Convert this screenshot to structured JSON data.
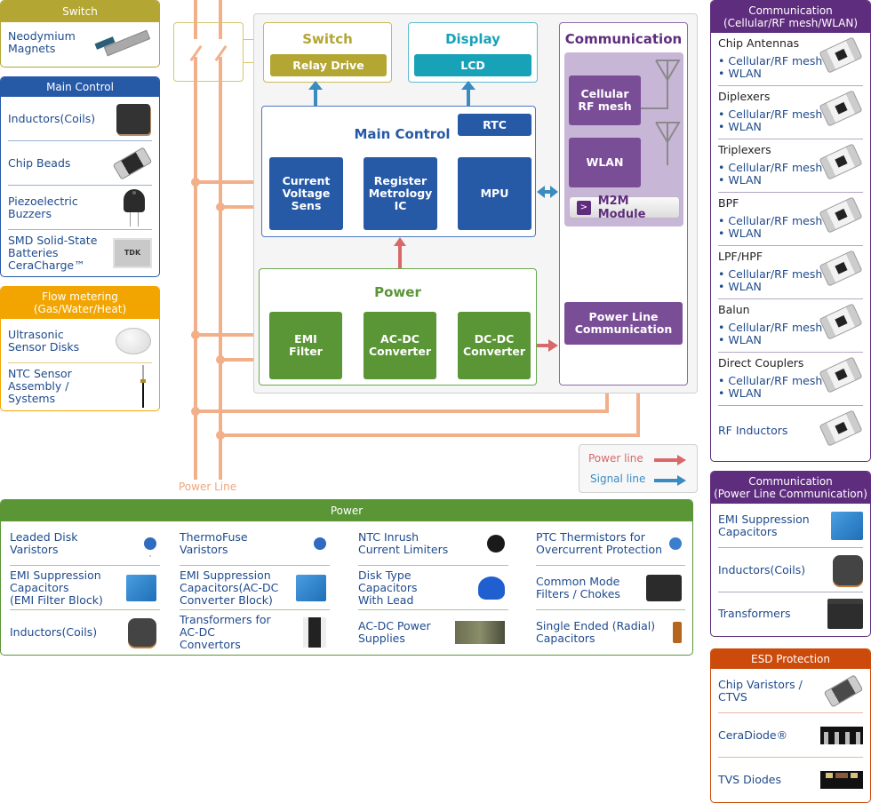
{
  "left_panels": {
    "switch": {
      "title": "Switch",
      "items": [
        {
          "label": "Neodymium\nMagnets",
          "icon": "magnet-icon"
        }
      ]
    },
    "main_control": {
      "title": "Main Control",
      "items": [
        {
          "label": "Inductors(Coils)",
          "icon": "inductor-icon"
        },
        {
          "label": "Chip Beads",
          "icon": "chip-bead-icon"
        },
        {
          "label": "Piezoelectric\nBuzzers",
          "icon": "buzzer-icon"
        },
        {
          "label": "SMD Solid-State\nBatteries\nCeraCharge™",
          "icon": "battery-icon",
          "icon_text": "TDK"
        }
      ]
    },
    "flow_metering": {
      "title": "Flow metering\n(Gas/Water/Heat)",
      "items": [
        {
          "label": "Ultrasonic\nSensor Disks",
          "icon": "sensor-disk-icon"
        },
        {
          "label": "NTC Sensor\nAssembly /\nSystems",
          "icon": "ntc-probe-icon"
        }
      ]
    }
  },
  "diagram": {
    "switch_box": {
      "title": "Switch",
      "block": "Relay Drive"
    },
    "display_box": {
      "title": "Display",
      "block": "LCD"
    },
    "main_control_box": {
      "title": "Main Control",
      "blocks": {
        "rtc": "RTC",
        "sens": "Current\nVoltage\nSens",
        "metrology": "Register\nMetrology\nIC",
        "mpu": "MPU"
      }
    },
    "power_box": {
      "title": "Power",
      "blocks": {
        "emi": "EMI\nFilter",
        "acdc": "AC-DC\nConverter",
        "dcdc": "DC-DC\nConverter"
      }
    },
    "communication_box": {
      "title": "Communication",
      "blocks": {
        "cellular": "Cellular\nRF mesh",
        "wlan": "WLAN",
        "m2m": "M2M Module",
        "plc": "Power Line\nCommunication"
      },
      "m2m_chevron": ">"
    },
    "power_line_label": "Power Line",
    "legend": [
      {
        "label": "Power line",
        "color": "#d9686a"
      },
      {
        "label": "Signal line",
        "color": "#3a8bbf"
      }
    ]
  },
  "power_panel": {
    "title": "Power",
    "items": [
      {
        "label": "Leaded Disk\nVaristors",
        "icon": "disk-varistor-icon"
      },
      {
        "label": "ThermoFuse\nVaristors",
        "icon": "thermofuse-varistor-icon"
      },
      {
        "label": "NTC Inrush\nCurrent Limiters",
        "icon": "ntc-limiter-icon"
      },
      {
        "label": "PTC Thermistors for\nOvercurrent Protection",
        "icon": "ptc-thermistor-icon"
      },
      {
        "label": "EMI Suppression\nCapacitors\n(EMI Filter Block)",
        "icon": "emi-capacitor-icon"
      },
      {
        "label": "EMI Suppression\nCapacitors(AC-DC\nConverter Block)",
        "icon": "emi-capacitor-icon"
      },
      {
        "label": "Disk Type\nCapacitors\nWith Lead",
        "icon": "disk-capacitor-icon"
      },
      {
        "label": "Common Mode\nFilters / Chokes",
        "icon": "common-mode-choke-icon"
      },
      {
        "label": "Inductors(Coils)",
        "icon": "power-inductor-icon"
      },
      {
        "label": "Transformers for\nAC-DC\nConvertors",
        "icon": "transformer-icon"
      },
      {
        "label": "AC-DC Power\nSupplies",
        "icon": "power-supply-board-icon"
      },
      {
        "label": "Single Ended (Radial)\nCapacitors",
        "icon": "radial-capacitor-icon"
      }
    ]
  },
  "right_panels": {
    "comm_rf": {
      "title": "Communication\n(Cellular/RF mesh/WLAN)",
      "items": [
        {
          "label": "Chip Antennas",
          "subs": [
            "Cellular/RF mesh",
            "WLAN"
          ]
        },
        {
          "label": "Diplexers",
          "subs": [
            "Cellular/RF mesh",
            "WLAN"
          ]
        },
        {
          "label": "Triplexers",
          "subs": [
            "Cellular/RF mesh",
            "WLAN"
          ]
        },
        {
          "label": "BPF",
          "subs": [
            "Cellular/RF mesh",
            "WLAN"
          ]
        },
        {
          "label": "LPF/HPF",
          "subs": [
            "Cellular/RF mesh",
            "WLAN"
          ]
        },
        {
          "label": "Balun",
          "subs": [
            "Cellular/RF mesh",
            "WLAN"
          ]
        },
        {
          "label": "Direct Couplers",
          "subs": [
            "Cellular/RF mesh",
            "WLAN"
          ]
        },
        {
          "label": "RF Inductors",
          "subs": []
        }
      ]
    },
    "comm_plc": {
      "title": "Communication\n(Power Line Communication)",
      "items": [
        {
          "label": "EMI Suppression\nCapacitors",
          "icon": "emi-capacitor-icon"
        },
        {
          "label": "Inductors(Coils)",
          "icon": "power-inductor-icon"
        },
        {
          "label": "Transformers",
          "icon": "smd-transformer-icon"
        }
      ]
    },
    "esd": {
      "title": "ESD Protection",
      "items": [
        {
          "label": "Chip Varistors /\nCTVS",
          "icon": "chip-varistor-icon"
        },
        {
          "label": "CeraDiode®",
          "icon": "ceradiode-icon"
        },
        {
          "label": "TVS Diodes",
          "icon": "tvs-diode-icon"
        }
      ]
    }
  },
  "colors": {
    "switch": "#b3a633",
    "main_control": "#2659a6",
    "flow": "#f2a500",
    "power": "#5a9536",
    "communication": "#5f2d7e",
    "display": "#17a2b8",
    "esd": "#cc4a0a",
    "power_line": "#f2b08a"
  }
}
